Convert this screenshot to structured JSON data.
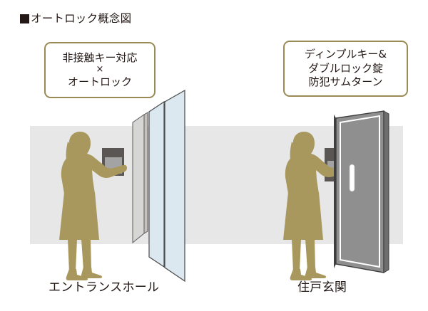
{
  "header": {
    "marker": "filled-square",
    "title": "オートロック概念図"
  },
  "callouts": {
    "left": {
      "line1": "非接触キー対応",
      "line2": "×",
      "line3": "オートロック"
    },
    "right": {
      "line1": "ディンプルキー&",
      "line2": "ダブルロック錠",
      "line3": "防犯サムターン"
    }
  },
  "captions": {
    "left": "エントランスホール",
    "right": "住戸玄関"
  },
  "colors": {
    "text": "#231815",
    "callout_border": "#9a8a55",
    "band": "#e7e7e8",
    "figure": "#a8985e",
    "figure_shade": "#9c8c52",
    "glass": "#dce8ef",
    "panel_light": "#d6d6d4",
    "metal_door": "#8f8f8f",
    "metal_door_edge": "#4a4a4a",
    "device_dark": "#5a5653",
    "device_light": "#a3a3a3",
    "background": "#ffffff"
  },
  "scene": {
    "left": {
      "name": "entrance-hall",
      "figure": "woman-silhouette-reaching",
      "device": "contactless-key-reader-panel",
      "door": "auto-lock-glass-double-door"
    },
    "right": {
      "name": "dwelling-entrance",
      "figure": "woman-silhouette-reaching",
      "device": "dimple-key-cylinder-lock",
      "door": "steel-entrance-door-ajar",
      "handle": "vertical-door-handle"
    }
  }
}
